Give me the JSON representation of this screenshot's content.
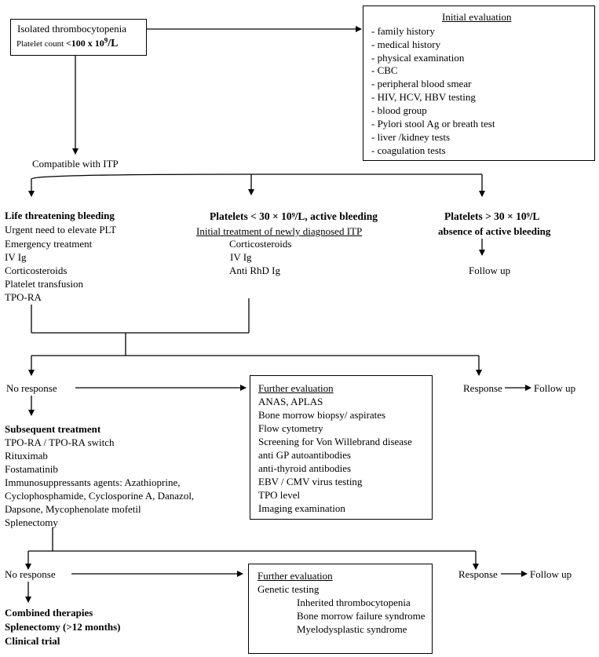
{
  "start": {
    "line1": "Isolated thrombocytopenia",
    "line2_prefix": "Platelet count ",
    "line2_value": "<100 x 10",
    "line2_exp": "9",
    "line2_unit": "/L"
  },
  "initial_evaluation": {
    "title": "Initial evaluation",
    "items": [
      "- family history",
      "- medical history",
      "- physical examination",
      "- CBC",
      "- peripheral blood smear",
      "- HIV, HCV, HBV testing",
      "- blood group",
      "- Pylori stool Ag or breath test",
      "- liver /kidney tests",
      "- coagulation tests"
    ]
  },
  "compatible": "Compatible with ITP",
  "branch_left": {
    "title": "Life threatening bleeding",
    "items": [
      "Urgent need to elevate PLT",
      "Emergency treatment",
      "IV Ig",
      "Corticosteroids",
      "Platelet transfusion",
      "TPO-RA"
    ]
  },
  "branch_middle": {
    "title": "Platelets < 30 × 10⁹/L, active bleeding",
    "subtitle": "Initial treatment of newly diagnosed ITP",
    "items": [
      "Corticosteroids",
      "IV Ig",
      "Anti RhD Ig"
    ]
  },
  "branch_right": {
    "title_line1": "Platelets > 30 × 10⁹/L",
    "title_line2": "absence of active bleeding",
    "follow": "Follow up"
  },
  "level2": {
    "no_response": "No response",
    "response": "Response",
    "follow": "Follow up",
    "further_eval": {
      "title": "Further evaluation",
      "items": [
        "ANAS, APLAS",
        "Bone morrow biopsy/ aspirates",
        "Flow cytometry",
        "Screening for Von Willebrand disease",
        "anti GP autoantibodies",
        "anti-thyroid antibodies",
        "EBV / CMV virus testing",
        "TPO level",
        "Imaging examination"
      ]
    },
    "subsequent": {
      "title": "Subsequent treatment",
      "items": [
        "TPO-RA / TPO-RA switch",
        "Rituximab",
        "Fostamatinib",
        "Immunosuppressants agents: Azathioprine,",
        "Cyclophosphamide, Cyclosporine A, Danazol,",
        "Dapsone, Mycophenolate mofetil",
        "Splenectomy"
      ]
    }
  },
  "level3": {
    "no_response": "No response",
    "response": "Response",
    "follow": "Follow up",
    "further_eval": {
      "title": "Further evaluation",
      "first": "Genetic testing",
      "items": [
        "Inherited thrombocytopenia",
        "Bone morrow failure syndrome",
        "Myelodysplastic syndrome"
      ]
    },
    "final": [
      "Combined therapies",
      "Splenectomy (>12 months)",
      "Clinical trial"
    ]
  }
}
